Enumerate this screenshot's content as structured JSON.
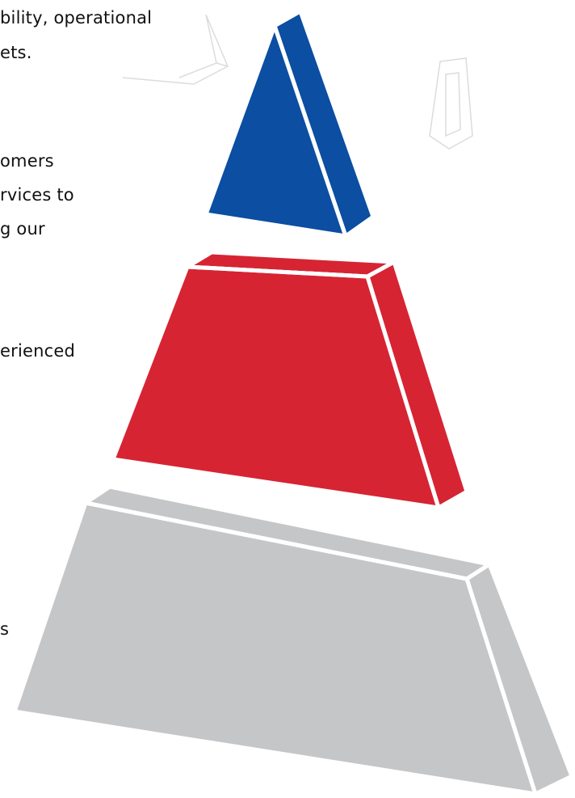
{
  "text_fragments": {
    "line_1": "bility, operational",
    "line_2": "ets.",
    "line_3": "omers",
    "line_4": "rvices to",
    "line_5": "g our",
    "line_6": "erienced",
    "line_7": "s"
  },
  "colors": {
    "top_tier": "#0b4ea2",
    "middle_tier": "#d62433",
    "bottom_tier": "#c5c6c8",
    "outline": "#ffffff",
    "decor_line": "#dcdcdc"
  }
}
